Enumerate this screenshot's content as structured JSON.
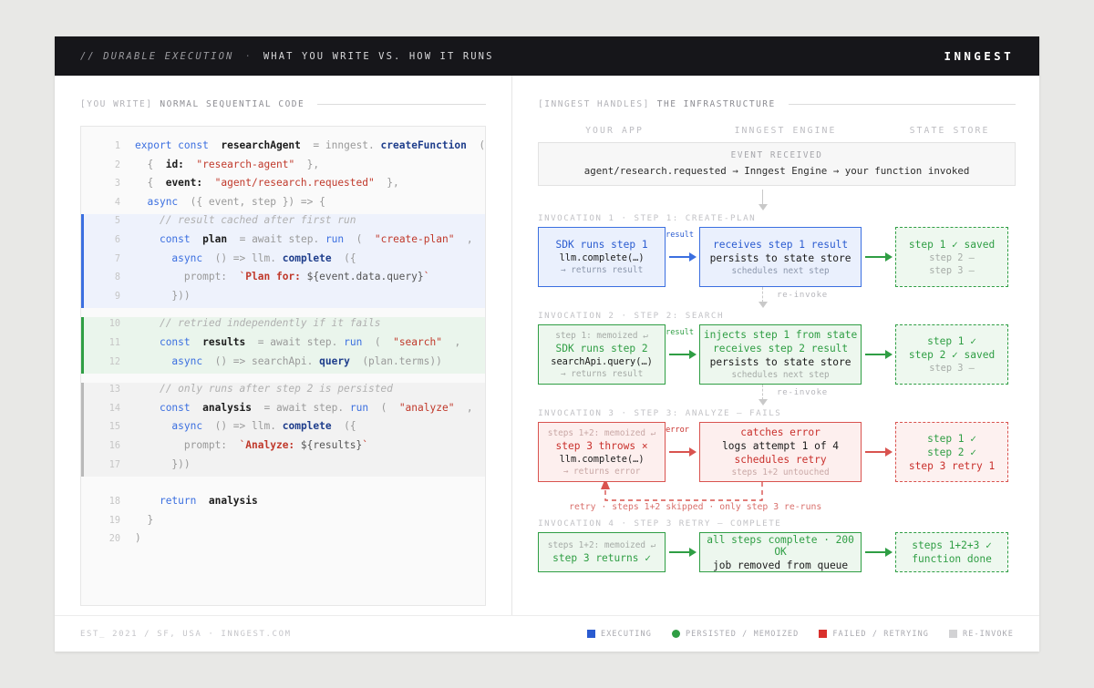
{
  "header": {
    "slashes": "// DURABLE EXECUTION",
    "dot": "·",
    "subtitle": "WHAT YOU WRITE VS. HOW IT RUNS",
    "brand": "INNGEST"
  },
  "left": {
    "tag": "[YOU WRITE]",
    "label": "NORMAL SEQUENTIAL CODE",
    "code": [
      {
        "n": "1",
        "block": "none"
      },
      {
        "n": "2",
        "block": "none"
      },
      {
        "n": "3",
        "block": "none"
      },
      {
        "n": "4",
        "block": "none"
      },
      {
        "n": "5",
        "block": "blue"
      },
      {
        "n": "6",
        "block": "blue"
      },
      {
        "n": "7",
        "block": "blue"
      },
      {
        "n": "8",
        "block": "blue"
      },
      {
        "n": "9",
        "block": "blue"
      },
      {
        "n": "10",
        "block": "green"
      },
      {
        "n": "11",
        "block": "green"
      },
      {
        "n": "12",
        "block": "green"
      },
      {
        "n": "13",
        "block": "gray"
      },
      {
        "n": "14",
        "block": "gray"
      },
      {
        "n": "15",
        "block": "gray"
      },
      {
        "n": "16",
        "block": "gray"
      },
      {
        "n": "17",
        "block": "gray"
      },
      {
        "n": "18",
        "block": "none"
      },
      {
        "n": "19",
        "block": "none"
      },
      {
        "n": "20",
        "block": "none"
      }
    ],
    "code_text": {
      "l1": "export const researchAgent = inngest.createFunction (",
      "l2": "{ id: \"research-agent\" },",
      "l3": "{ event: \"agent/research.requested\" },",
      "l4": "async ({ event, step }) => {",
      "l5": "// result cached after first run",
      "l6": "const plan = await step. run ( \"create-plan\" ,",
      "l7": "async () => llm. complete ({",
      "l8": "prompt: `Plan for: ${event.data.query}`",
      "l9": "}))",
      "l10": "// retried independently if it fails",
      "l11": "const results = await step. run ( \"search\" ,",
      "l12": "async () => searchApi. query (plan.terms))",
      "l13": "// only runs after step 2 is persisted",
      "l14": "const analysis = await step. run ( \"analyze\" ,",
      "l15": "async () => llm. complete ({",
      "l16": "prompt: `Analyze: ${results}`",
      "l17": "}))",
      "l18": "return analysis",
      "l19": "}",
      "l20": ")"
    }
  },
  "right": {
    "tag": "[INNGEST HANDLES]",
    "label": "THE INFRASTRUCTURE",
    "lanes": [
      "YOUR APP",
      "INNGEST ENGINE",
      "STATE STORE"
    ],
    "event": {
      "title": "EVENT RECEIVED",
      "detail": "agent/research.requested → Inngest Engine → your function invoked"
    },
    "reinvoke_label": "re-invoke",
    "invocations": [
      {
        "label": "INVOCATION 1 · STEP 1: CREATE-PLAN",
        "theme": "blue",
        "app": [
          "SDK runs step 1",
          "llm.complete(…)",
          "→ returns result"
        ],
        "conn": "result",
        "engine": [
          "receives step 1 result",
          "persists to state store",
          "schedules next step"
        ],
        "store": [
          "step 1 ✓ saved",
          "step 2 –",
          "step 3 –"
        ]
      },
      {
        "label": "INVOCATION 2 · STEP 2: SEARCH",
        "theme": "green",
        "app": [
          "step 1: memoized ↵",
          "SDK runs step 2",
          "searchApi.query(…)",
          "→ returns result"
        ],
        "conn": "result",
        "engine": [
          "injects step 1 from state",
          "receives step 2 result",
          "persists to state store",
          "schedules next step"
        ],
        "store": [
          "step 1 ✓",
          "step 2 ✓ saved",
          "step 3 –"
        ]
      },
      {
        "label": "INVOCATION 3 · STEP 3: ANALYZE — FAILS",
        "theme": "red",
        "app": [
          "steps 1+2: memoized ↵",
          "step 3 throws ×",
          "llm.complete(…)",
          "→ returns error"
        ],
        "conn": "error",
        "engine": [
          "catches error",
          "logs attempt 1 of 4",
          "schedules retry",
          "steps 1+2 untouched"
        ],
        "store": [
          "step 1 ✓",
          "step 2 ✓",
          "step 3 retry 1"
        ]
      },
      {
        "label": "INVOCATION 4 · STEP 3 RETRY — COMPLETE",
        "theme": "green-final",
        "app": [
          "steps 1+2: memoized ↵",
          "step 3 returns ✓"
        ],
        "conn": "",
        "engine": [
          "all steps complete · 200 OK",
          "job removed from queue"
        ],
        "store": [
          "steps 1+2+3 ✓",
          "function done"
        ]
      }
    ],
    "retry_note": "retry · steps 1+2 skipped · only step 3 re-runs"
  },
  "footer": {
    "text": "EST_ 2021 / SF, USA  ·  INNGEST.COM",
    "legend": [
      {
        "label": "EXECUTING",
        "color": "#2a5bd0",
        "shape": "square"
      },
      {
        "label": "PERSISTED / MEMOIZED",
        "color": "#2f9e44",
        "shape": "circle"
      },
      {
        "label": "FAILED / RETRYING",
        "color": "#d9302c",
        "shape": "square"
      },
      {
        "label": "RE-INVOKE",
        "color": "#d2d2d4",
        "shape": "square"
      }
    ]
  }
}
